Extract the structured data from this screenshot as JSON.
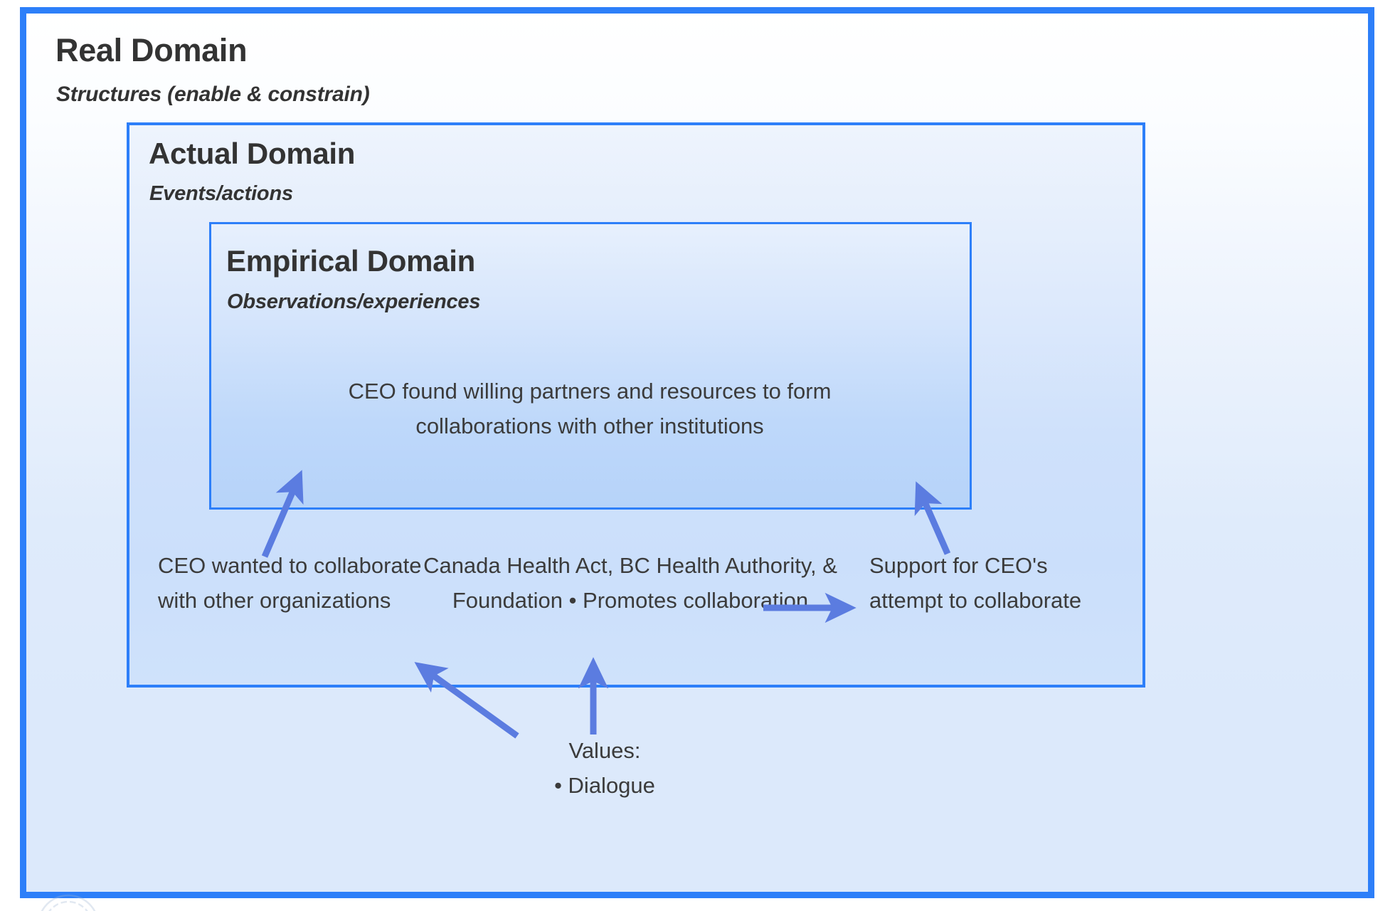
{
  "diagram": {
    "title": "Real Domain",
    "accent_color": "#2d7ff9",
    "arrow_color": "#5b7ce0",
    "text_color": "#333333",
    "background": "#ffffff"
  },
  "real_domain": {
    "title": "Real Domain",
    "subtitle": "Structures (enable & constrain)"
  },
  "actual_domain": {
    "title": "Actual Domain",
    "subtitle": "Events/actions"
  },
  "empirical_domain": {
    "title": "Empirical Domain",
    "subtitle": "Observations/experiences",
    "body": "CEO found willing partners and resources to form collaborations with other institutions"
  },
  "notes": {
    "left": "CEO wanted to collaborate with other organizations",
    "middle": "Canada Health Act, BC Health Authority, & Foundation • Promotes collaboration",
    "right": "Support for CEO's attempt to collaborate",
    "values_heading": "Values:",
    "values_item": "• Dialogue"
  },
  "arrows": [
    {
      "name": "arrow-left-note-to-empirical",
      "from": "CEO wanted to collaborate with other organizations",
      "to": "Empirical Domain",
      "direction": "up-right"
    },
    {
      "name": "arrow-right-note-to-empirical",
      "from": "Support for CEO's attempt to collaborate",
      "to": "Empirical Domain",
      "direction": "up-left"
    },
    {
      "name": "arrow-structures-to-support",
      "from": "Canada Health Act, BC Health Authority, & Foundation",
      "to": "Support for CEO's attempt to collaborate",
      "direction": "right"
    },
    {
      "name": "arrow-values-to-left-note",
      "from": "Values: Dialogue",
      "to": "CEO wanted to collaborate with other organizations",
      "direction": "up-left"
    },
    {
      "name": "arrow-values-to-middle-note",
      "from": "Values: Dialogue",
      "to": "Canada Health Act, BC Health Authority, & Foundation",
      "direction": "up"
    }
  ]
}
